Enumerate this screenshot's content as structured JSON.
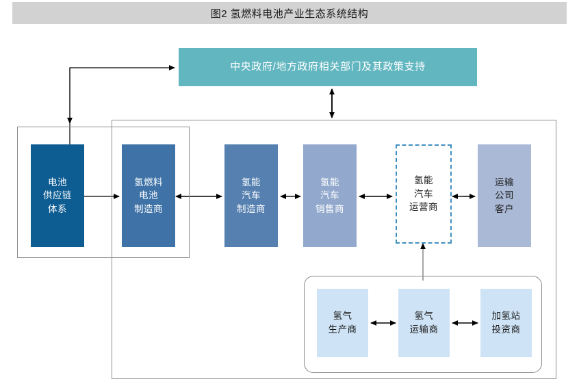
{
  "figure": {
    "title": "图2  氢燃料电池产业生态系统结构"
  },
  "colors": {
    "title_band": "#d2d2d2",
    "government": "#62b6c0",
    "battery_supply": "#0d5c92",
    "fuel_cell_maker": "#3f73a7",
    "vehicle_maker": "#5680b0",
    "vehicle_seller": "#92a9cd",
    "vehicle_operator_border": "#3f8fc0",
    "transport_customer": "#aab9d6",
    "hydrogen_nodes": "#cee3f5",
    "container_border": "#8c8c8c"
  },
  "nodes": {
    "government": {
      "lines": [
        "中央政府/地方政府相关部门及其政策支持"
      ]
    },
    "battery_supply": {
      "lines": [
        "电池",
        "供应链",
        "体系"
      ]
    },
    "fuel_cell_maker": {
      "lines": [
        "氢燃料",
        "电池",
        "制造商"
      ]
    },
    "vehicle_maker": {
      "lines": [
        "氢能",
        "汽车",
        "制造商"
      ]
    },
    "vehicle_seller": {
      "lines": [
        "氢能",
        "汽车",
        "销售商"
      ]
    },
    "vehicle_operator": {
      "lines": [
        "氢能",
        "汽车",
        "运营商"
      ]
    },
    "transport_customer": {
      "lines": [
        "运输",
        "公司",
        "客户"
      ]
    },
    "hydrogen_producer": {
      "lines": [
        "氢气",
        "生产商"
      ]
    },
    "hydrogen_transporter": {
      "lines": [
        "氢气",
        "运输商"
      ]
    },
    "hydrogen_station_investor": {
      "lines": [
        "加氢站",
        "投资商"
      ]
    }
  },
  "connectors": [
    {
      "name": "battery-to-government",
      "type": "single-arrow"
    },
    {
      "name": "government-to-supplychain",
      "type": "single-arrow-down"
    },
    {
      "name": "government-to-ecosystem",
      "type": "double-arrow-vertical"
    },
    {
      "name": "battery-to-fuelcell",
      "type": "single-arrow-right"
    },
    {
      "name": "fuelcell-to-vehiclemaker",
      "type": "double-arrow-horizontal"
    },
    {
      "name": "vehiclemaker-to-vehicleseller",
      "type": "double-arrow-horizontal"
    },
    {
      "name": "vehicleseller-to-vehicleoperator",
      "type": "double-arrow-horizontal"
    },
    {
      "name": "vehicleoperator-to-transport",
      "type": "double-arrow-horizontal"
    },
    {
      "name": "hydrogen-group-to-vehicleoperator",
      "type": "single-arrow-up"
    },
    {
      "name": "h2producer-to-h2transporter",
      "type": "double-arrow-horizontal"
    },
    {
      "name": "h2transporter-to-h2station",
      "type": "double-arrow-horizontal"
    }
  ]
}
